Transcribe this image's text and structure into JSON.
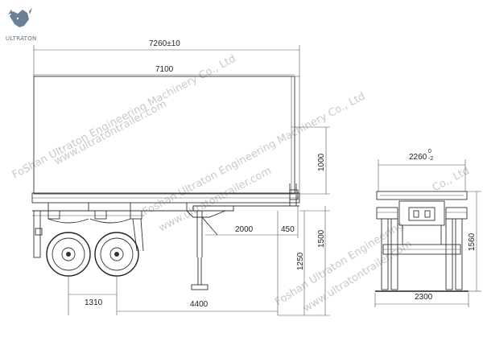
{
  "logo": {
    "text": "ULTRATON"
  },
  "watermarks": {
    "company": "FoShan Ultraton Engineering Machinery Co., Ltd",
    "url": "www.ultratontrailer.com",
    "company2": "Foshan Ultraton Engineering Machinery Co., Ltd",
    "url2": "www.ultratontrailer.com",
    "company3": "Foshan Ultraton Engineering",
    "url3": "www.ultratontrailer.com",
    "company_right": "Co., Ltd"
  },
  "dimensions": {
    "overall_length": "7260±10",
    "body_length": "7100",
    "side_height": "1000",
    "king_pin_to_leg": "2000",
    "leg_offset": "450",
    "deck_height": "1250",
    "coupling_height": "1500",
    "axle_spacing": "1310",
    "axle_to_leg": "4400",
    "rear_width_top": "2260",
    "rear_width_tol_top": "0",
    "rear_width_tol_bottom": "-2",
    "rear_height": "1560",
    "overall_width": "2300"
  }
}
